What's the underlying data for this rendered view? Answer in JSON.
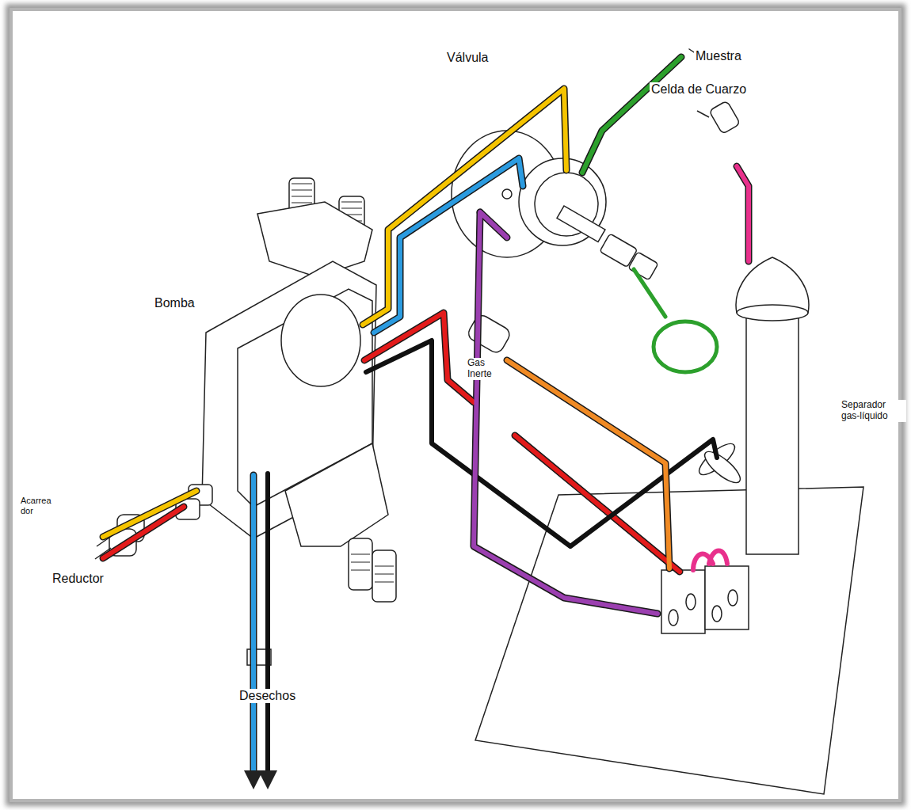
{
  "diagram": {
    "labels": [
      "Muestra",
      "Válvula",
      "Celda de Cuarzo",
      "Bomba",
      "Separador gas-líquido",
      "Gas Inerte",
      "Acarrea dor",
      "Reductor",
      "Desechos"
    ]
  }
}
